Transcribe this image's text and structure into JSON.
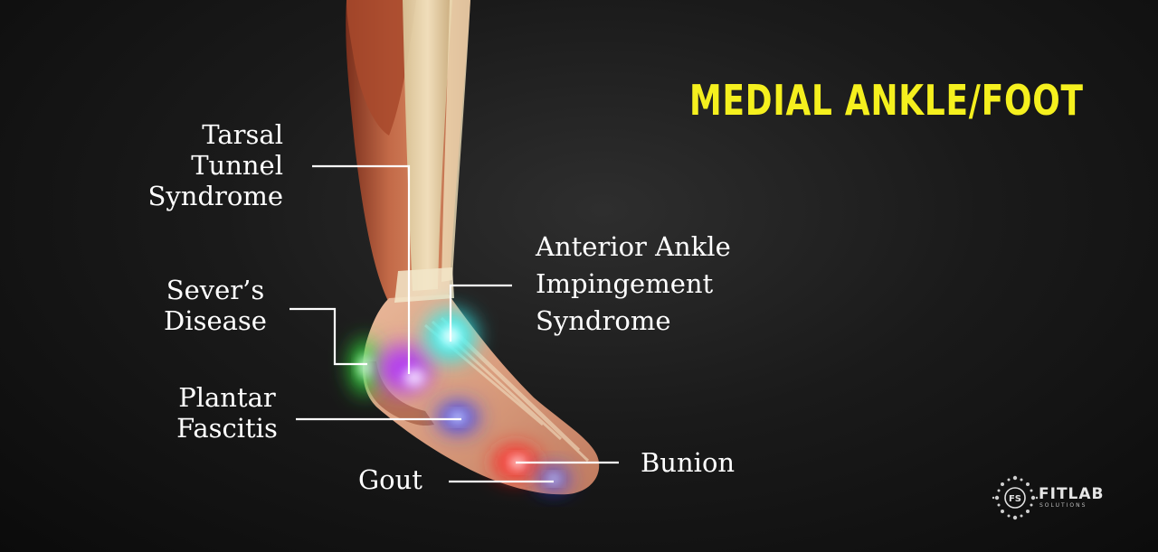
{
  "heading": "MEDIAL ANKLE/FOOT",
  "labels": {
    "tarsal_tunnel": [
      "Tarsal",
      "Tunnel",
      "Syndrome"
    ],
    "severs": [
      "Sever’s",
      "Disease"
    ],
    "plantar": [
      "Plantar",
      "Fascitis"
    ],
    "gout": "Gout",
    "anterior_ankle": [
      "Anterior Ankle",
      "Impingement",
      "Syndrome"
    ],
    "bunion": "Bunion"
  },
  "logo": {
    "name": "FITLAB",
    "sub": "SOLUTIONS",
    "mark": "FS"
  },
  "colors": {
    "heading": "#f5f01e",
    "green": "#32e03a",
    "purple": "#b23cf0",
    "cyan": "#35f0f0",
    "blue": "#2a3cff",
    "red": "#ff2020"
  }
}
